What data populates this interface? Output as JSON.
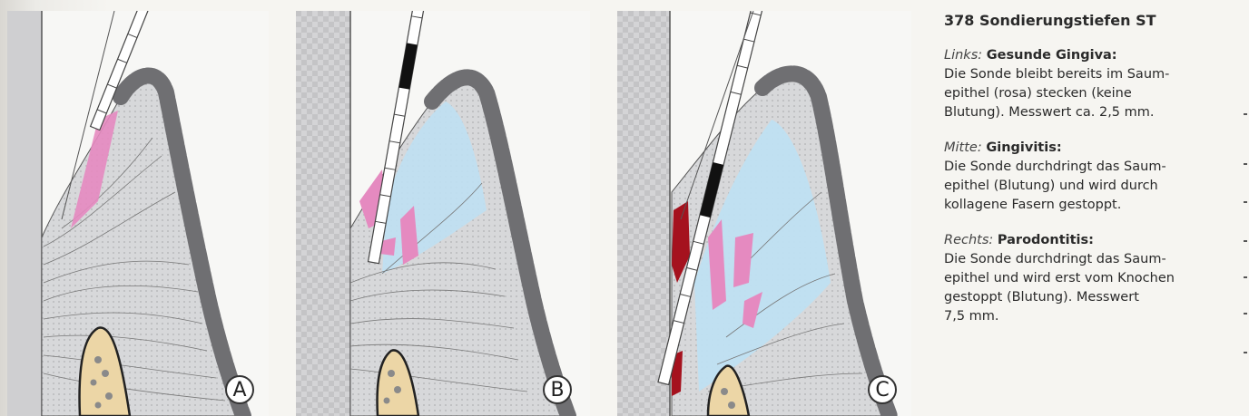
{
  "figure": {
    "panels": [
      {
        "id": "A",
        "label": "A"
      },
      {
        "id": "B",
        "label": "B"
      },
      {
        "id": "C",
        "label": "C"
      }
    ]
  },
  "caption": {
    "title": "378  Sondierungstiefen ST",
    "sections": [
      {
        "tag": "Links:",
        "heading": "Gesunde Gingiva:",
        "lines": [
          "Die Sonde bleibt bereits im Saum-",
          "epithel (rosa) stecken (keine",
          "Blutung). Messwert ca. 2,5 mm."
        ]
      },
      {
        "tag": "Mitte:",
        "heading": "Gingivitis:",
        "lines": [
          "Die Sonde durchdringt das Saum-",
          "epithel (Blutung) und wird durch",
          "kollagene Fasern gestoppt."
        ]
      },
      {
        "tag": "Rechts:",
        "heading": "Parodontitis:",
        "lines": [
          "Die Sonde durchdringt das Saum-",
          "epithel und wird erst vom Knochen",
          "gestoppt (Blutung). Messwert",
          "7,5 mm."
        ]
      }
    ]
  },
  "colors": {
    "epithelium": "#6f6f72",
    "connective": "#d5d6d8",
    "sulcular_epithelium": "#e58ac0",
    "inflamed": "#bfe0f2",
    "blood": "#a5121e",
    "bone": "#ecd6a6",
    "tooth": "#c9c9c9"
  }
}
